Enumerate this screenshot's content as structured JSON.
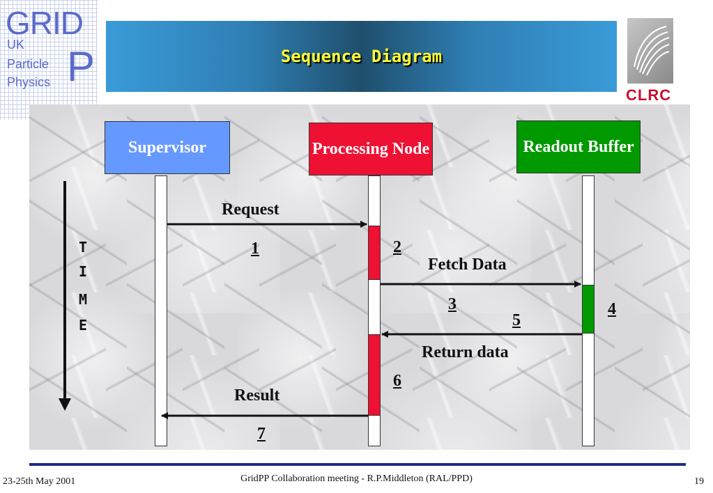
{
  "logo": {
    "grid": "GRID",
    "uk": "UK",
    "particle": "Particle",
    "physics": "Physics",
    "p": "P",
    "clrc": "CLRC"
  },
  "title": "Sequence Diagram",
  "participants": {
    "supervisor": "Supervisor",
    "processing_node": "Processing Node",
    "readout_buffer": "Readout Buffer"
  },
  "time": [
    "T",
    "I",
    "M",
    "E"
  ],
  "messages": {
    "request": "Request",
    "fetch_data": "Fetch Data",
    "return_data": "Return data",
    "result": "Result"
  },
  "steps": [
    "1",
    "2",
    "3",
    "4",
    "5",
    "6",
    "7"
  ],
  "colors": {
    "supervisor": "#6699ff",
    "processing": "#ee1133",
    "readout": "#009900",
    "title_text": "#ffff33"
  },
  "footer": {
    "date": "23-25th May 2001",
    "center": "GridPP Collaboration meeting - R.P.Middleton (RAL/PPD)",
    "page": "19"
  }
}
